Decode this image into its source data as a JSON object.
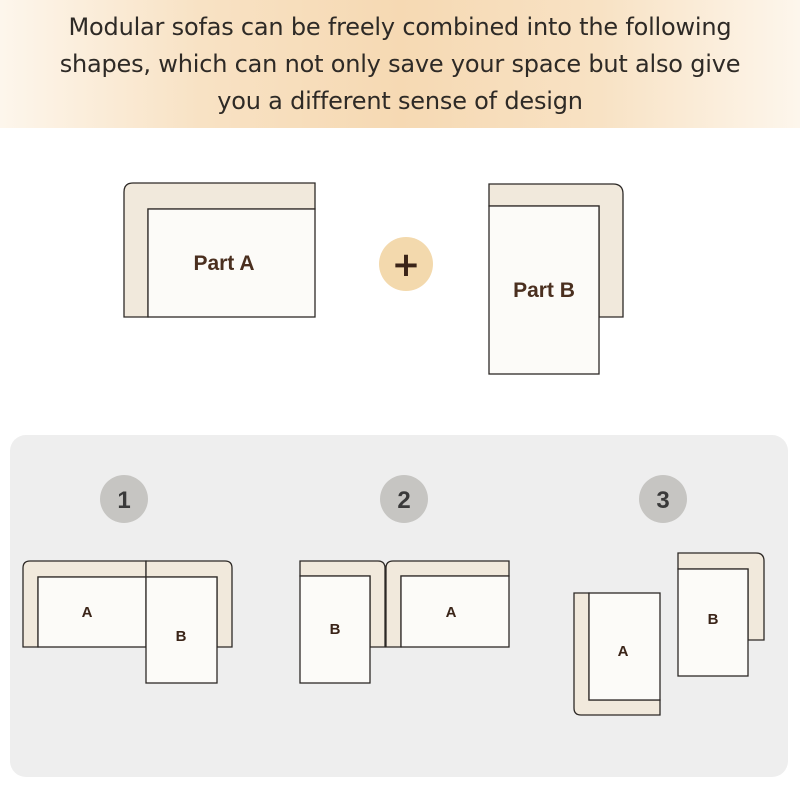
{
  "banner": {
    "text": "Modular sofas can be freely combined into the following shapes, which can not only save your space but also give you a different sense of design"
  },
  "parts": {
    "a_label": "Part A",
    "b_label": "Part B",
    "plus_symbol": "+"
  },
  "combinations": [
    {
      "number": "1",
      "a_label": "A",
      "b_label": "B"
    },
    {
      "number": "2",
      "a_label": "A",
      "b_label": "B"
    },
    {
      "number": "3",
      "a_label": "A",
      "b_label": "B"
    }
  ],
  "colors": {
    "banner_gradient": "#f6d9b3",
    "plus_circle": "#f3d9ad",
    "number_circle": "#c6c5c2",
    "panel": "#eeeeee",
    "armrest": "#f1e9dc",
    "seat": "#fcfbf8",
    "outline": "#2d2926",
    "label_text": "#4a2f1f"
  }
}
